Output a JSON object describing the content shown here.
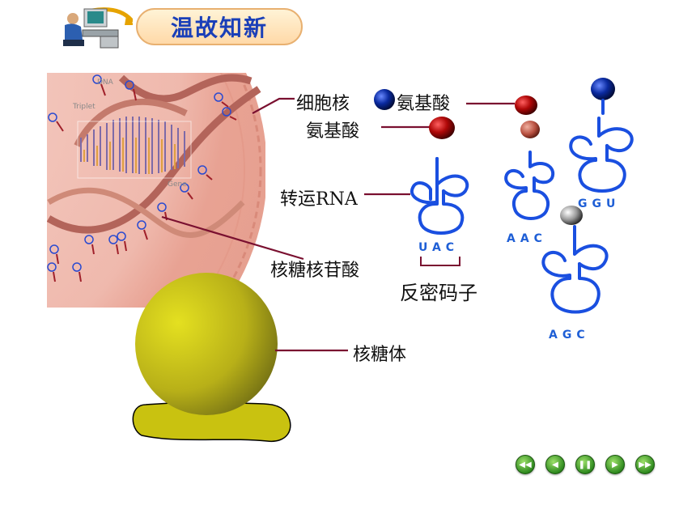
{
  "header": {
    "title": "温故知新",
    "computer_icon": "computer-user-icon"
  },
  "labels": {
    "nucleus": "细胞核",
    "amino_acid_1": "氨基酸",
    "amino_acid_2": "氨基酸",
    "trna": "转运RNA",
    "ribonucleotide": "核糖核苷酸",
    "anticodon": "反密码子",
    "ribosome": "核糖体"
  },
  "nucleus_image_text": {
    "dna": "DNA",
    "triplet": "Triplet",
    "gene": "Gene"
  },
  "codons": {
    "trna_1": "UAC",
    "trna_2": "AAC",
    "trna_3": "GGU",
    "trna_4": "AGC"
  },
  "colors": {
    "trna_blue": "#1a4fe0",
    "amino_red": "#b01010",
    "amino_blue": "#0a2a9a",
    "amino_gray": "#888888",
    "ribosome": "#c8c020",
    "line": "#7a1030",
    "title": "#1a3fb8"
  },
  "nav_buttons": [
    {
      "name": "first",
      "icon": "rewind-icon"
    },
    {
      "name": "prev",
      "icon": "prev-icon"
    },
    {
      "name": "pause",
      "icon": "pause-icon"
    },
    {
      "name": "next",
      "icon": "next-icon"
    },
    {
      "name": "last",
      "icon": "fast-forward-icon"
    }
  ]
}
